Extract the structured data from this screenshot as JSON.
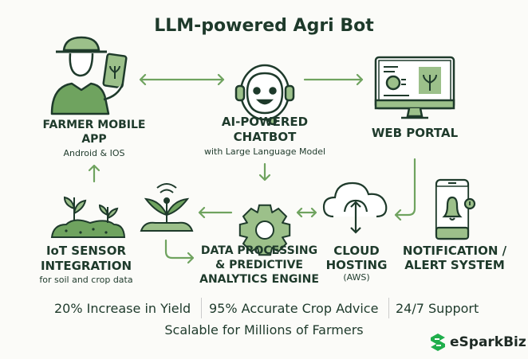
{
  "title": "LLM-powered Agri Bot",
  "nodes": {
    "farmer_app": {
      "title_line1": "FARMER MOBILE",
      "title_line2": "APP",
      "subtitle": "Android & IOS",
      "icon": "farmer-phone-icon"
    },
    "chatbot": {
      "title_line1": "AI-POWERED",
      "title_line2": "CHATBOT",
      "subtitle": "with Large Language Model",
      "icon": "robot-headset-icon"
    },
    "web_portal": {
      "title_line1": "WEB PORTAL",
      "icon": "monitor-dashboard-icon"
    },
    "iot": {
      "title_line1": "IoT SENSOR",
      "title_line2": "INTEGRATION",
      "subtitle": "for soil and crop data",
      "icon": "plants-soil-icon"
    },
    "data_processing": {
      "title_line1": "DATA PROCESSING",
      "title_line2": "& PREDICTIVE",
      "title_line3": "ANALYTICS ENGINE",
      "icon": "gear-icon"
    },
    "cloud": {
      "title_line1": "CLOUD",
      "title_line2": "HOSTING",
      "subtitle": "(AWS)",
      "icon": "cloud-upload-icon"
    },
    "notification": {
      "title_line1": "NOTIFICATION /",
      "title_line2": "ALERT SYSTEM",
      "icon": "phone-bell-icon"
    }
  },
  "stats": [
    "20% Increase in Yield",
    "95% Accurate Crop Advice",
    "24/7 Support"
  ],
  "tagline": "Scalable for Millions of Farmers",
  "logo": {
    "text": "eSparkBiz"
  },
  "colors": {
    "accent": "#6fa35f",
    "fill": "#9cc08a",
    "text": "#1e3a2b"
  }
}
